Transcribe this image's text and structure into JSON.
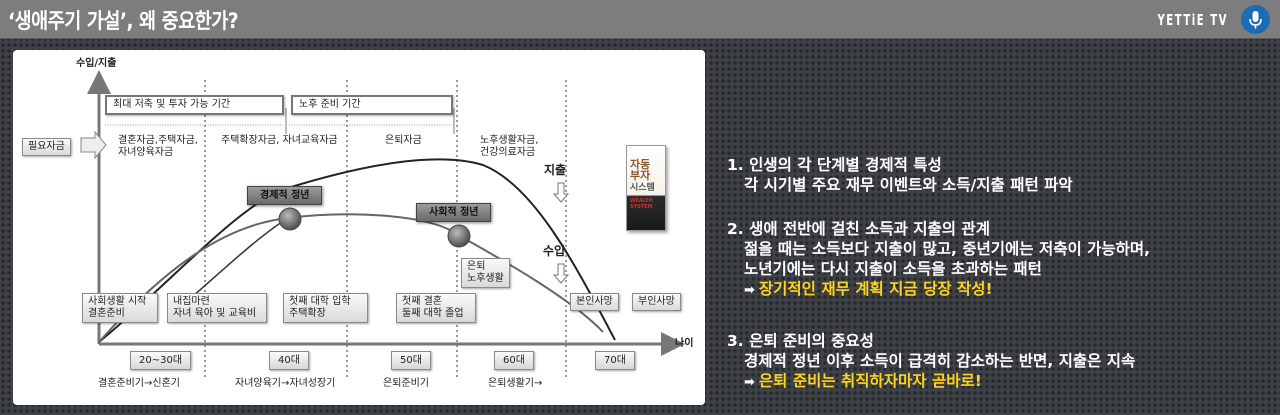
{
  "header": {
    "title": "‘생애주기 가설’, 왜 중요한가?",
    "brand": "YETTiE TV",
    "mic_icon": "microphone-icon"
  },
  "diagram": {
    "y_axis_label": "수입/지출",
    "x_axis_label": "나이",
    "periods": [
      {
        "label": "최대 저축 및 투자 가능 기간"
      },
      {
        "label": "노후 준비 기간"
      }
    ],
    "needed_funds_label": "필요자금",
    "funds": [
      "결혼자금,주택자금,\n자녀양육자금",
      "주택확장자금, 자녀교육자금",
      "은퇴자금",
      "노후생활자금,\n건강의료자금"
    ],
    "peaks": [
      {
        "label": "경제적 정년"
      },
      {
        "label": "사회적 정년"
      }
    ],
    "curve_labels": {
      "expense": "지출",
      "income": "수입"
    },
    "events": [
      "사회생활 시작\n결혼준비",
      "내집마련\n자녀 육아 및 교육비",
      "첫째 대학 입학\n주택확장",
      "첫째 결혼\n둘째 대학 졸업",
      "은퇴\n노후생활",
      "본인사망",
      "부인사망"
    ],
    "ages": [
      "20~30대",
      "40대",
      "50대",
      "60대",
      "70대"
    ],
    "stages": [
      "결혼준비기→신혼기",
      "자녀양육기→자녀성장기",
      "은퇴준비기",
      "은퇴생활기→"
    ],
    "book": {
      "title_lines": [
        "자동",
        "부자",
        "시스템"
      ],
      "subtitle": "WEALTH SYSTEM"
    }
  },
  "points": [
    {
      "heading": "1. 인생의 각 단계별 경제적 특성",
      "lines": [
        "각 시기별 주요 재무 이벤트와 소득/지출 패턴 파악"
      ],
      "highlight": null
    },
    {
      "heading": "2. 생애 전반에 걸친  소득과 지출의 관계",
      "lines": [
        "젊을 때는 소득보다 지출이 많고, 중년기에는 저축이 가능하며,",
        "노년기에는 다시 지출이 소득을 초과하는 패턴"
      ],
      "highlight": "장기적인 재무 계획 지금 당장 작성!"
    },
    {
      "heading": "3. 은퇴 준비의 중요성",
      "lines": [
        "경제적 정년 이후 소득이 급격히 감소하는 반면, 지출은 지속"
      ],
      "highlight": "은퇴 준비는 취직하자마자 곧바로!"
    }
  ],
  "colors": {
    "highlight": "#ffd21f",
    "header_bg": "#7d7d7d",
    "mic_bg": "#1a6db5"
  }
}
